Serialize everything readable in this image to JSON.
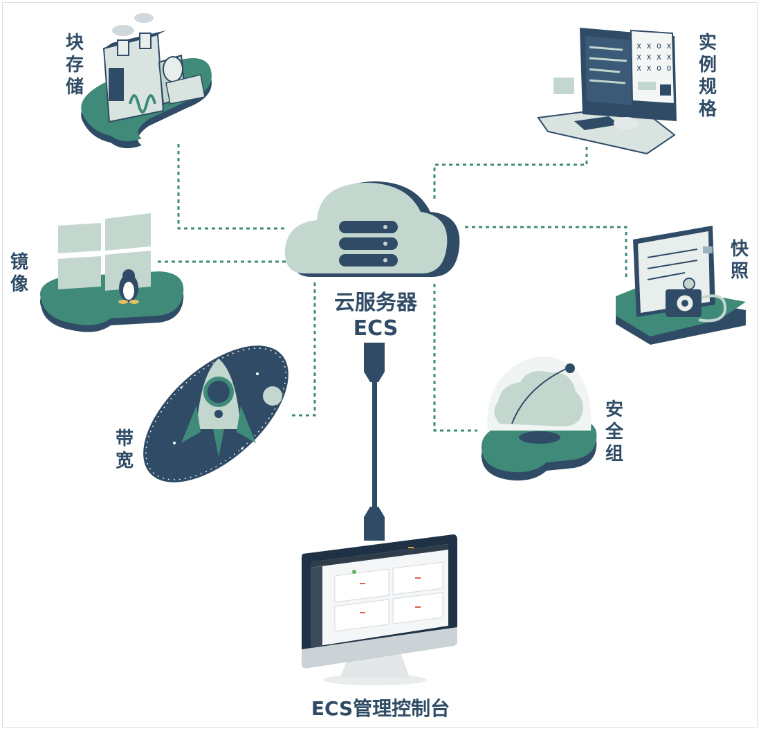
{
  "center": {
    "title": "云服务器",
    "subtitle": "ECS"
  },
  "console": {
    "label": "ECS管理控制台"
  },
  "nodes": {
    "block_storage": "块存储",
    "instance_spec": "实例规格",
    "image": "镜像",
    "snapshot": "快照",
    "bandwidth": "带宽",
    "security_group": "安全组"
  },
  "colors": {
    "navy": "#2f4b66",
    "teal": "#3f8a78",
    "light": "#c3d7cf",
    "dashed": "#3f8a78"
  }
}
